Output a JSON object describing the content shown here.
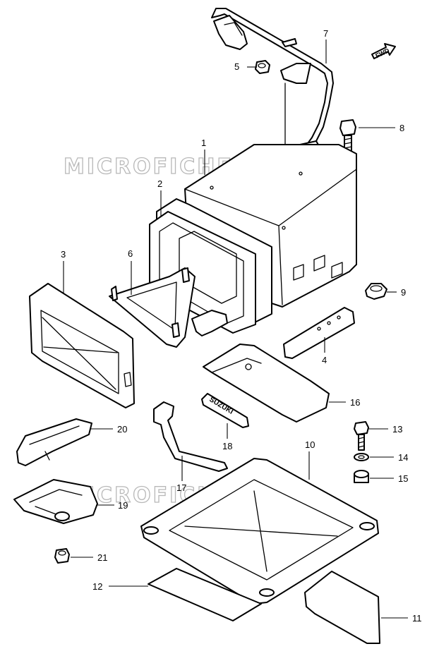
{
  "watermark": "MICROFICHES.NET",
  "fwd_label": "FWD",
  "part_stamp": "SUZUKI",
  "callouts": {
    "c1": "1",
    "c2": "2",
    "c3": "3",
    "c4": "4",
    "c5": "5",
    "c6": "6",
    "c7": "7",
    "c8": "8",
    "c9": "9",
    "c10": "10",
    "c11": "11",
    "c12": "12",
    "c13": "13",
    "c14": "14",
    "c15": "15",
    "c16": "16",
    "c17": "17",
    "c18": "18",
    "c19": "19",
    "c20": "20",
    "c21": "21"
  }
}
